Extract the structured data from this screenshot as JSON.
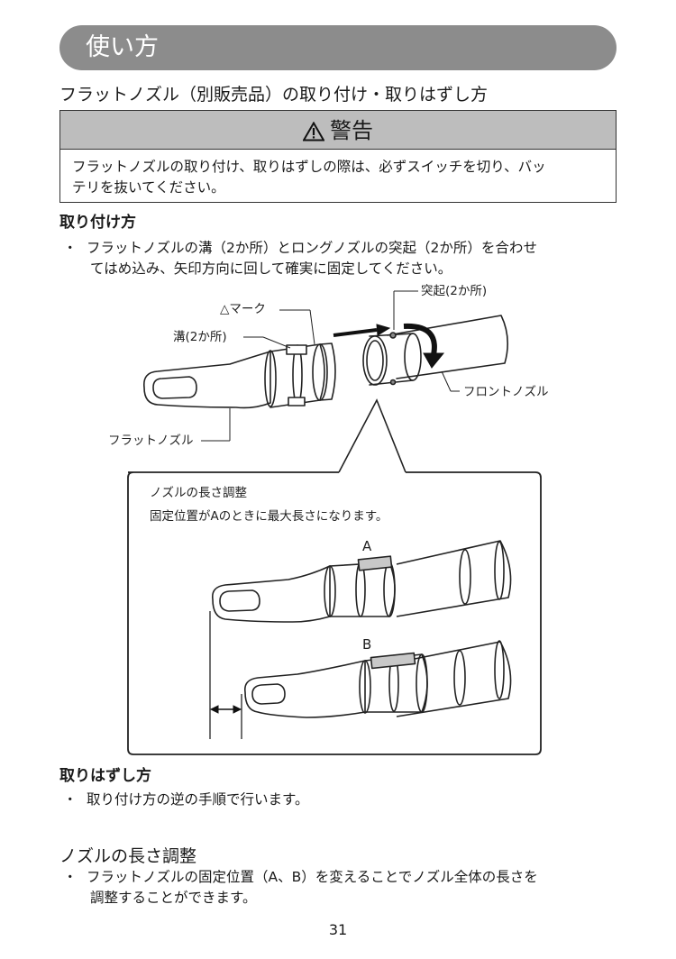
{
  "header": {
    "title": "使い方"
  },
  "section_title": "フラットノズル（別販売品）の取り付け・取りはずし方",
  "warning": {
    "title": "警告",
    "text_line1": "フラットノズルの取り付け、取りはずしの際は、必ずスイッチを切り、バッ",
    "text_line2": "テリを抜いてください。"
  },
  "attach": {
    "heading": "取り付け方",
    "bullet": "・",
    "line1": "フラットノズルの溝（2か所）とロングノズルの突起（2か所）を合わせ",
    "line2": "てはめ込み、矢印方向に回して確実に固定してください。"
  },
  "diagram": {
    "label_projection": "突起(2か所)",
    "label_mark": "△マーク",
    "label_groove": "溝(2か所)",
    "label_front_nozzle": "フロントノズル",
    "label_flat_nozzle": "フラットノズル",
    "inset_title": "ノズルの長さ調整",
    "inset_text": "固定位置がAのときに最大長さになります。",
    "label_a": "A",
    "label_b": "B"
  },
  "detach": {
    "heading": "取りはずし方",
    "bullet": "・",
    "line1": "取り付け方の逆の手順で行います。"
  },
  "length": {
    "heading": "ノズルの長さ調整",
    "bullet": "・",
    "line1": "フラットノズルの固定位置（A、B）を変えることでノズル全体の長さを",
    "line2": "調整することができます。"
  },
  "page_number": "31"
}
